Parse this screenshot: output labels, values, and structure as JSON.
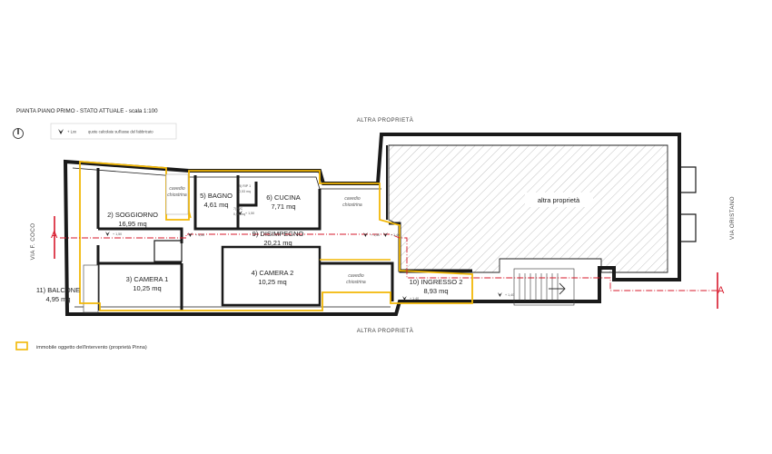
{
  "title": "PIANTA PIANO PRIMO - STATO ATTUALE - scala 1:100",
  "level_note": {
    "symbol": "+ Lxx",
    "text": "quote calcolate sull'asse del fabbricato"
  },
  "neighbors": {
    "top": "ALTRA PROPRIETÀ",
    "bottom": "ALTRA PROPRIETÀ",
    "block": "altra proprietà"
  },
  "streets": {
    "left": "VIA F. COCO",
    "right": "VIA ORISTANO"
  },
  "section_marks": {
    "left": "A",
    "right": "A"
  },
  "rooms": [
    {
      "id": "soggiorno",
      "name": "2) SOGGIORNO",
      "area": "16,95 mq"
    },
    {
      "id": "bagno",
      "name": "5) BAGNO",
      "area": "4,61 mq"
    },
    {
      "id": "cucina",
      "name": "6) CUCINA",
      "area": "7,71 mq"
    },
    {
      "id": "disimpegno",
      "name": "9) DISIMPEGNO",
      "area": "20,21 mq"
    },
    {
      "id": "camera1",
      "name": "3) CAMERA 1",
      "area": "10,25 mq"
    },
    {
      "id": "camera2",
      "name": "4) CAMERA 2",
      "area": "10,25 mq"
    },
    {
      "id": "ingresso2",
      "name": "10) INGRESSO 2",
      "area": "8,93 mq"
    },
    {
      "id": "balcone",
      "name": "11) BALCONE",
      "area": "4,95 mq"
    },
    {
      "id": "rip",
      "name": "8) RIP 1",
      "area": "0,53 mq"
    },
    {
      "id": "wc",
      "name": "7) WC",
      "area": "0,95 mq"
    }
  ],
  "courtyards": [
    {
      "line1": "cavedio",
      "line2": "chiostrina"
    },
    {
      "line1": "cavedio",
      "line2": "chiostrina"
    },
    {
      "line1": "cavedio",
      "line2": "chiostrina"
    }
  ],
  "levels": [
    "+ 1,50",
    "+ 1,50",
    "+ 1,50",
    "+ 1,50",
    "+ 1,40",
    "+ 1,40",
    "+ 1,40"
  ],
  "legend": {
    "text": "immobile oggetto dell'intervento (proprietà Pinna)",
    "color": "#f2b705"
  },
  "colors": {
    "wall": "#1a1a1a",
    "highlight": "#f2b705",
    "section_line": "#d7192b"
  }
}
